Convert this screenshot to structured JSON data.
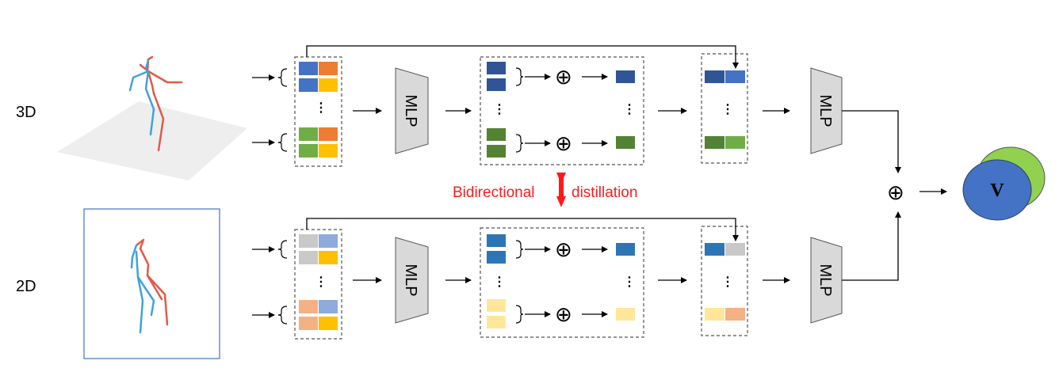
{
  "labels": {
    "row_3d": "3D",
    "row_2d": "2D",
    "mlp": "MLP",
    "distill_left": "Bidirectional",
    "distill_right": "distillation",
    "ellipsis": "⋮",
    "plus": "⊕",
    "output": "V"
  },
  "colors": {
    "blue": "#4472c4",
    "orange": "#ed7d31",
    "yellow": "#ffc000",
    "green": "#70ad47",
    "dark_blue": "#2f5597",
    "dark_green": "#548235",
    "mid_blue": "#2e75b6",
    "gray": "#c9c9c9",
    "light_blue": "#8faadc",
    "salmon": "#f4b183",
    "light_yellow": "#ffe699",
    "light_green": "#a9d18e",
    "skeleton_red": "#e05a47",
    "skeleton_blue": "#3fa3d9",
    "distill_red": "#ff1a1a"
  }
}
